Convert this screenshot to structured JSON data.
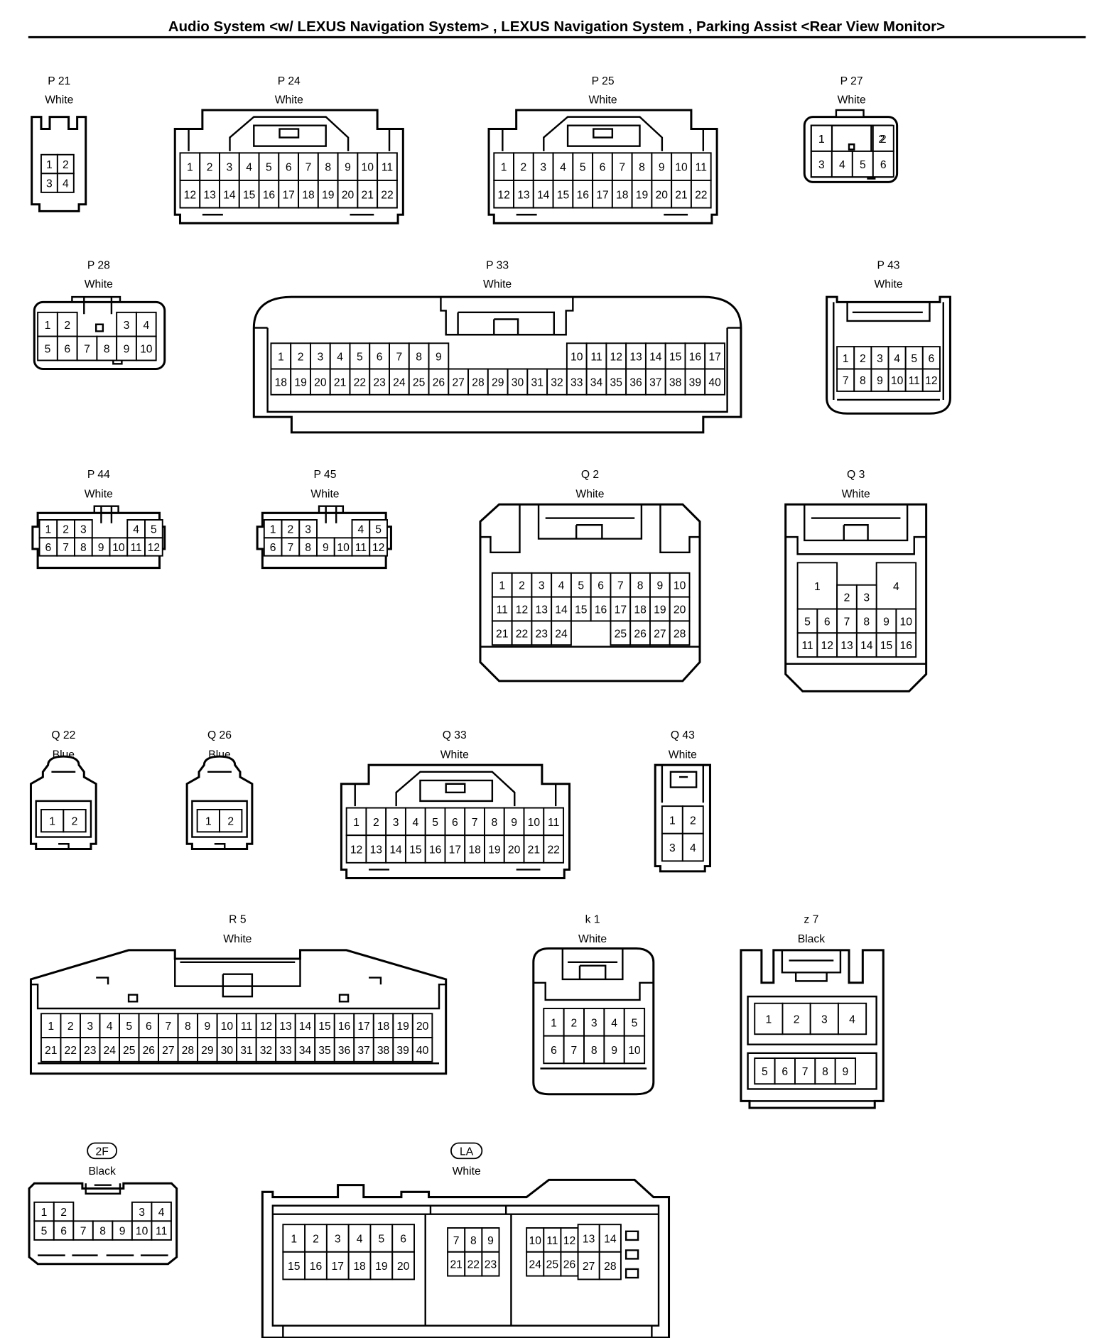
{
  "title": "Audio System <w/ LEXUS Navigation System> , LEXUS Navigation System , Parking Assist <Rear View Monitor>",
  "colors": {
    "line": "#000000",
    "background": "#ffffff"
  },
  "connectors": [
    {
      "id": "P 21",
      "color": "White"
    },
    {
      "id": "P 24",
      "color": "White"
    },
    {
      "id": "P 25",
      "color": "White"
    },
    {
      "id": "P 27",
      "color": "White"
    },
    {
      "id": "P 28",
      "color": "White"
    },
    {
      "id": "P 33",
      "color": "White"
    },
    {
      "id": "P 43",
      "color": "White"
    },
    {
      "id": "P 44",
      "color": "White"
    },
    {
      "id": "P 45",
      "color": "White"
    },
    {
      "id": "Q 2",
      "color": "White"
    },
    {
      "id": "Q 3",
      "color": "White"
    },
    {
      "id": "Q 22",
      "color": "Blue"
    },
    {
      "id": "Q 26",
      "color": "Blue"
    },
    {
      "id": "Q 33",
      "color": "White"
    },
    {
      "id": "Q 43",
      "color": "White"
    },
    {
      "id": "R 5",
      "color": "White"
    },
    {
      "id": "k 1",
      "color": "White"
    },
    {
      "id": "z 7",
      "color": "Black"
    },
    {
      "id": "2F",
      "color": "Black"
    },
    {
      "id": "LA",
      "color": "White"
    }
  ]
}
